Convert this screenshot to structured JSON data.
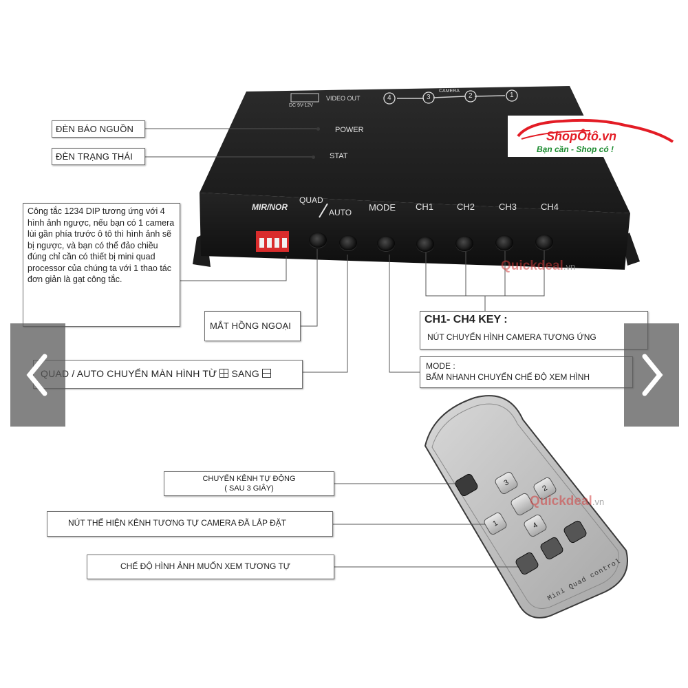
{
  "device": {
    "labels": {
      "power_jack": "DC 9V-12V",
      "video_out": "VIDEO OUT",
      "camera": "CAMERA",
      "power": "POWER",
      "stat": "STAT",
      "mir_nor": "MIR/NOR",
      "quad": "QUAD",
      "auto": "AUTO",
      "mode": "MODE",
      "ch1": "CH1",
      "ch2": "CH2",
      "ch3": "CH3",
      "ch4": "CH4"
    },
    "port_numbers": [
      "4",
      "3",
      "2",
      "1"
    ]
  },
  "callouts": {
    "power_led": "ĐÈN BÁO NGUỒN",
    "status_led": "ĐÈN TRẠNG THÁI",
    "dip_switch": "Công tắc 1234 DIP tương ứng với 4 hình ảnh ngược, nếu bạn có 1 camera lùi gần phía trước ô tô thì hình ảnh sẽ bị ngược, và bạn có thể đảo chiều đúng chỉ cần có thiết bị mini quad processor của chúng ta với 1 thao tác đơn giản là gạt công tắc.",
    "ir_eye": "MẮT HỒNG NGOẠI",
    "quad_auto": "QUAD / AUTO CHUYỂN MÀN HÌNH TỪ",
    "quad_auto_mid": "SANG",
    "ch_key_title": "CH1- CH4 KEY :",
    "ch_key_desc": "NÚT CHUYỂN HÌNH CAMERA TƯƠNG ỨNG",
    "mode_title": "MODE :",
    "mode_desc": "BẤM NHANH CHUYỂN CHẾ ĐỘ XEM HÌNH",
    "auto_switch_1": "CHUYỂN KÊNH TỰ ĐỘNG",
    "auto_switch_2": "( SAU 3 GIÂY)",
    "channel_buttons": "NÚT THỂ HIỆN KÊNH TƯƠNG TỰ CAMERA ĐÃ LẮP ĐẶT",
    "view_mode": "CHẾ ĐỘ HÌNH ẢNH MUỐN XEM TƯƠNG TỰ"
  },
  "remote": {
    "brand": "Mini Quad control",
    "keys": [
      "3",
      "2",
      "1",
      "4"
    ]
  },
  "brand": {
    "name": "ShopÔtô.vn",
    "slogan": "Bạn cần - Shop có !",
    "accent": "#e31c25"
  },
  "watermarks": {
    "name": "Quickdeal",
    "suffix": ".vn"
  },
  "nav": {
    "prev_glyph": "‹",
    "next_glyph": "›"
  }
}
